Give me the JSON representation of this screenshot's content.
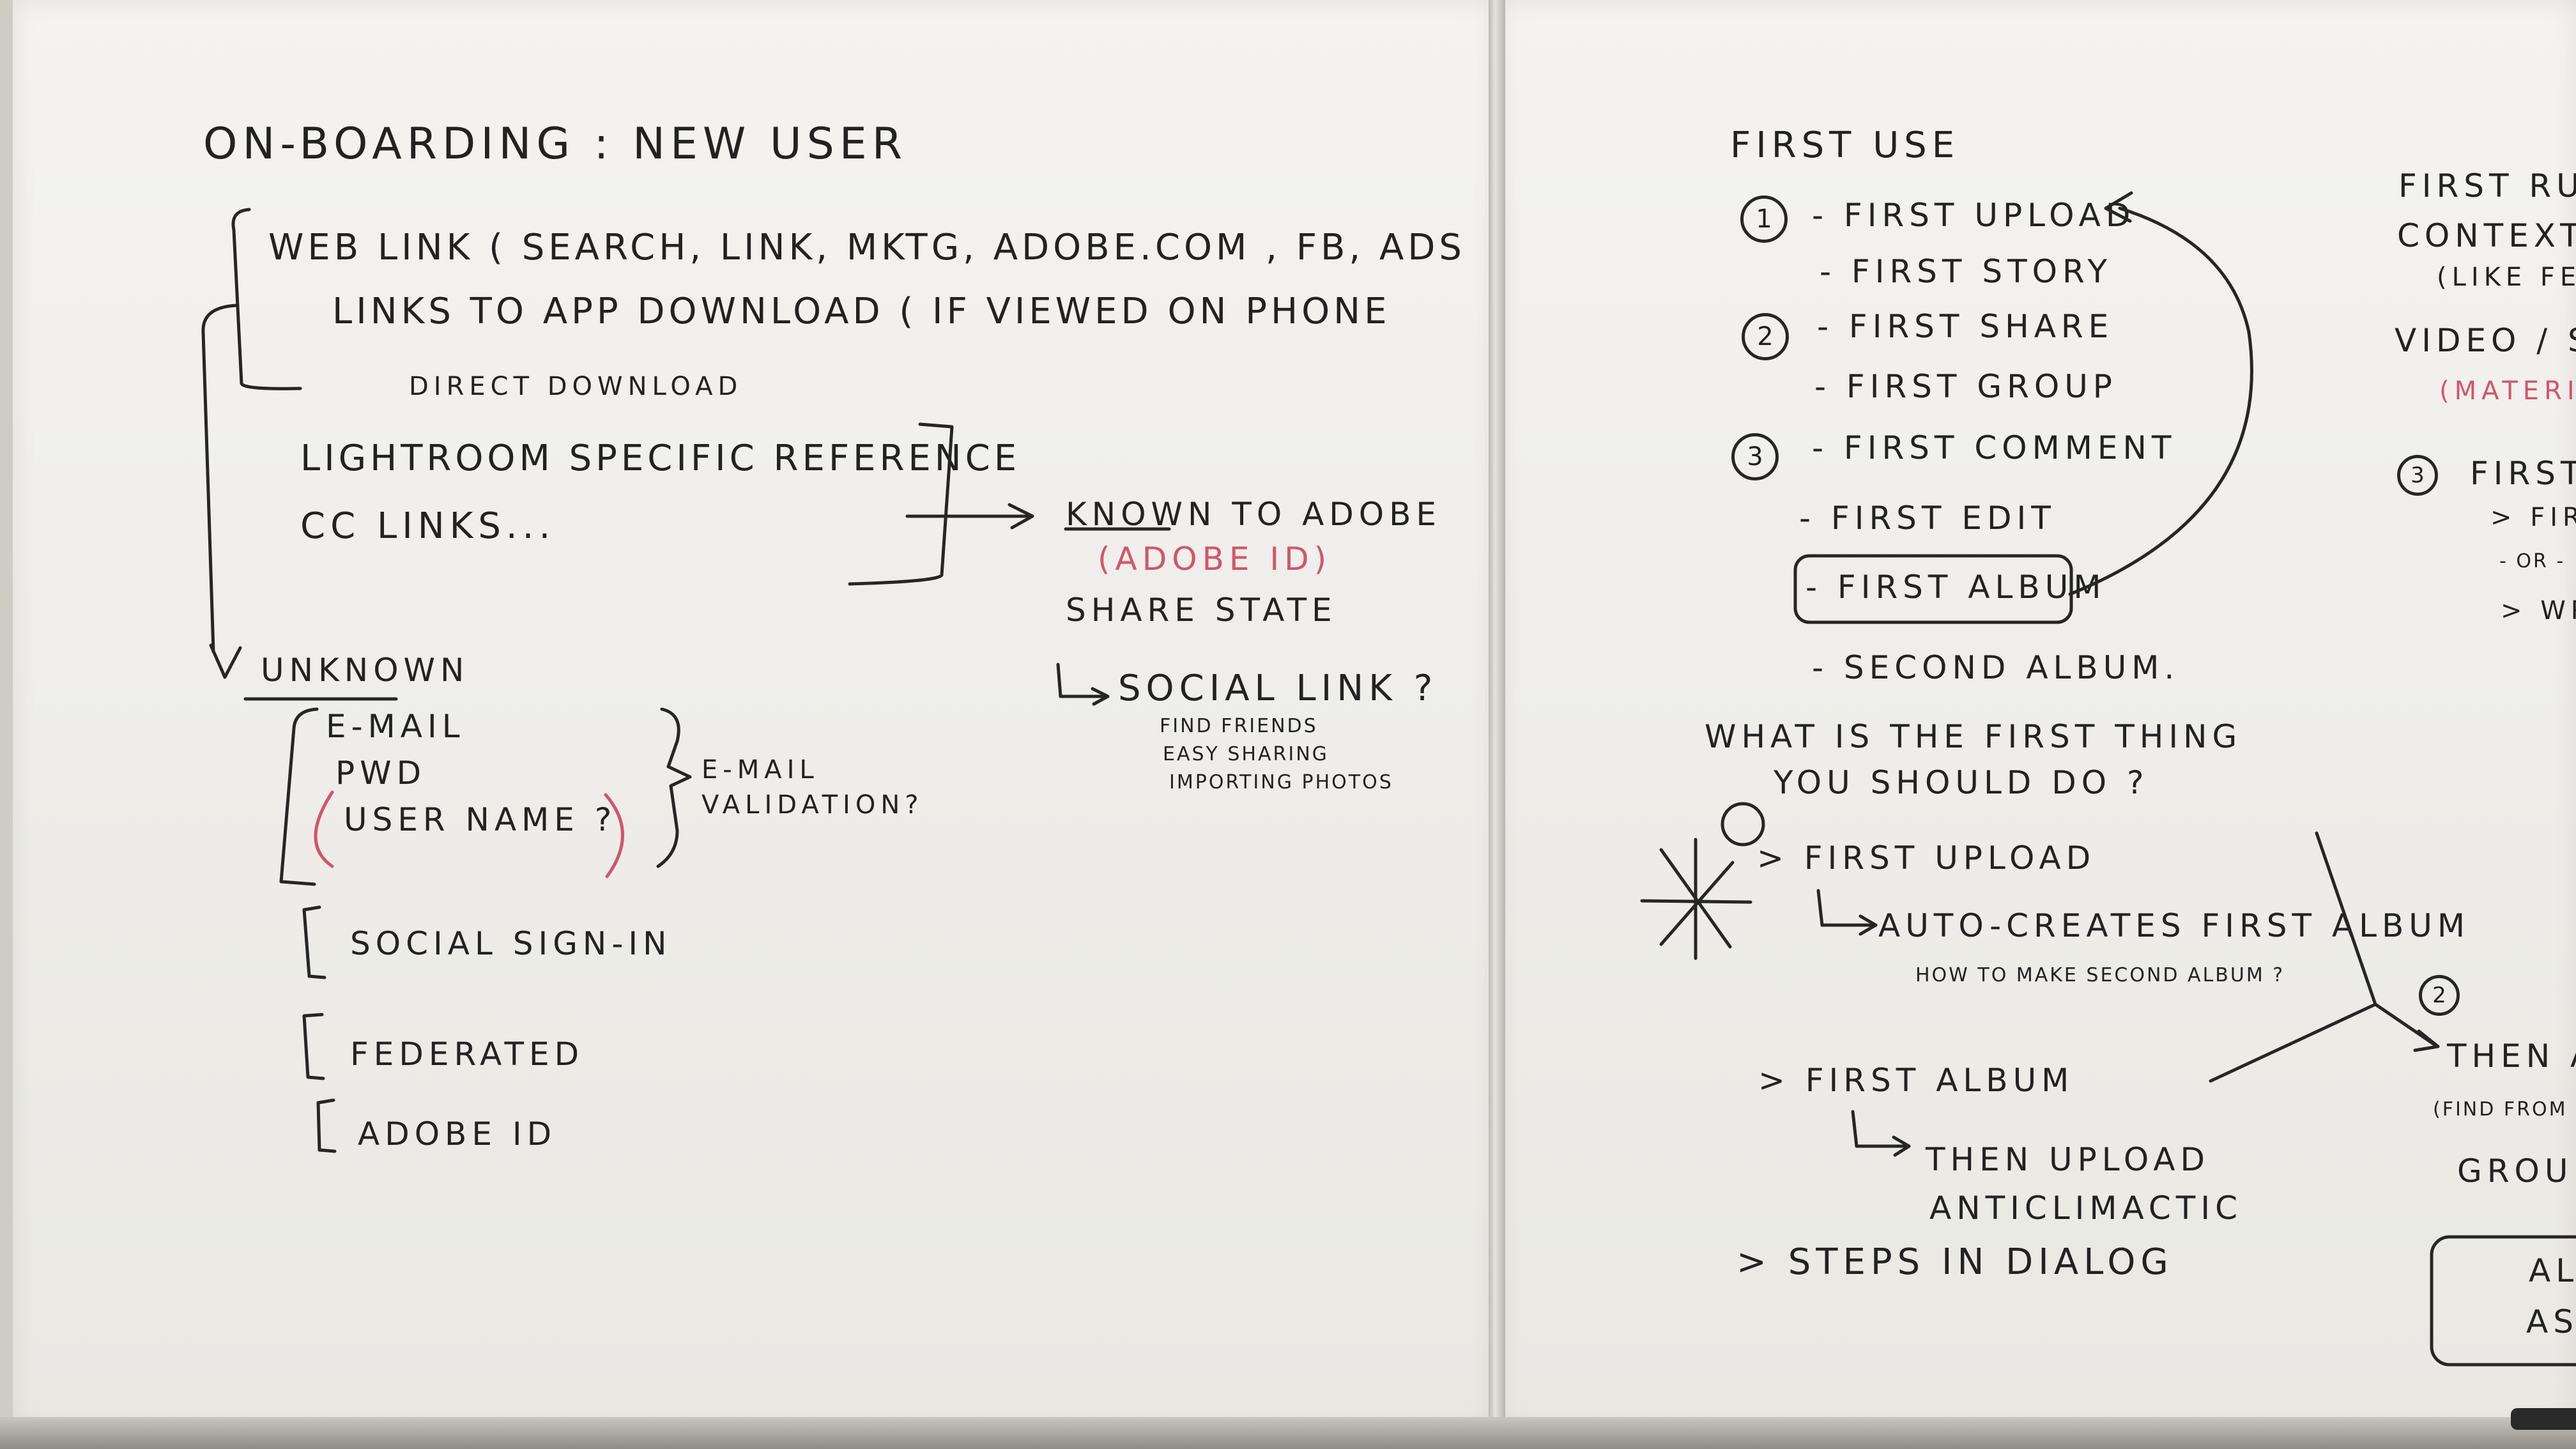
{
  "left_board": {
    "title": "ON-BOARDING : NEW USER",
    "web_link": "WEB LINK ( SEARCH, LINK, MKTG, ADOBE.COM , FB, ADS",
    "links_app": "LINKS TO APP DOWNLOAD ( IF VIEWED ON PHONE",
    "direct_download": "DIRECT DOWNLOAD",
    "lightroom": "LIGHTROOM SPECIFIC REFERENCE",
    "cc_links": "CC LINKS...",
    "known": "KNOWN TO ADOBE",
    "adobe_id_red": "(ADOBE ID)",
    "share_state": "SHARE STATE",
    "social_link": "SOCIAL LINK ?",
    "find_friends": "FIND FRIENDS",
    "easy_sharing": "EASY SHARING",
    "importing": "IMPORTING PHOTOS",
    "unknown": "UNKNOWN",
    "email": "E-MAIL",
    "pwd": "PWD",
    "username": "USER NAME ?",
    "email_validation_1": "E-MAIL",
    "email_validation_2": "VALIDATION?",
    "social_sign_in": "SOCIAL SIGN-IN",
    "federated": "FEDERATED",
    "adobe_id": "ADOBE ID"
  },
  "right_board": {
    "first_use": "FIRST USE",
    "n1": "1",
    "n2": "2",
    "n3": "3",
    "first_upload": "- FIRST UPLOAD",
    "first_story": "- FIRST STORY",
    "first_share": "- FIRST SHARE",
    "first_group": "- FIRST GROUP",
    "first_comment": "- FIRST COMMENT",
    "first_edit": "- FIRST EDIT",
    "first_album": "- FIRST ALBUM",
    "second_album": "- SECOND ALBUM.",
    "question_1": "WHAT IS THE FIRST THING",
    "question_2": "YOU SHOULD DO ?",
    "opt_first_upload": "> FIRST UPLOAD",
    "auto_creates": "AUTO-CREATES FIRST ALBUM",
    "how_second": "HOW TO MAKE SECOND ALBUM ?",
    "opt_first_album": "> FIRST ALBUM",
    "then_upload": "THEN UPLOAD",
    "anticlimactic": "ANTICLIMACTIC",
    "steps_dialog": "> STEPS IN DIALOG",
    "far_first_run": "FIRST RUN",
    "far_contextual": "CONTEXTUAL",
    "far_like": "(LIKE FE",
    "far_video": "VIDEO / SL",
    "far_material": "(MATERIA",
    "far_3_first": "FIRST",
    "far_firs": "> FIRS",
    "far_or": "- OR -",
    "far_wr": "> WR",
    "far_2": "2",
    "far_then": "THEN AL",
    "far_find": "(FIND FROM F",
    "far_groups": "GROUPS ?",
    "far_alb": "ALB",
    "far_as": "AS"
  }
}
